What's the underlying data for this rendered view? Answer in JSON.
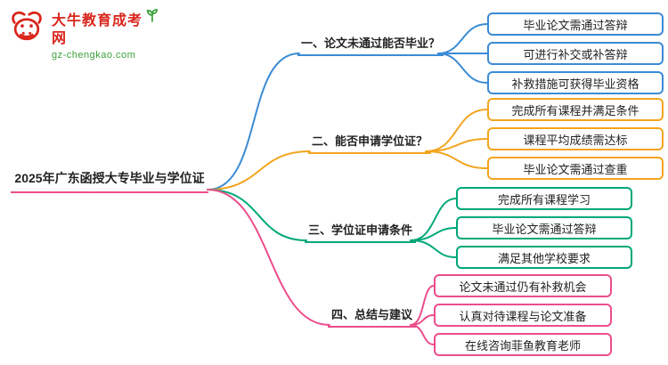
{
  "logo": {
    "title": "大牛教育成考网",
    "subtitle": "gz-chengkao.com",
    "icon": "bull-icon",
    "decoration": "sprout-icon"
  },
  "root": {
    "label": "2025年广东函授大专毕业与学位证"
  },
  "branches": [
    {
      "label": "一、论文未通过能否毕业？",
      "color": "#3b8bd4",
      "children": [
        "毕业论文需通过答辩",
        "可进行补交或补答辩",
        "补救措施可获得毕业资格"
      ]
    },
    {
      "label": "二、能否申请学位证？",
      "color": "#f2a51f",
      "children": [
        "完成所有课程并满足条件",
        "课程平均成绩需达标",
        "毕业论文需通过查重"
      ]
    },
    {
      "label": "三、学位证申请条件",
      "color": "#00a878",
      "children": [
        "完成所有课程学习",
        "毕业论文需通过答辩",
        "满足其他学校要求"
      ]
    },
    {
      "label": "四、总结与建议",
      "color": "#ec4d8b",
      "children": [
        "论文未通过仍有补救机会",
        "认真对待课程与论文准备",
        "在线咨询菲鱼教育老师"
      ]
    }
  ],
  "colors": {
    "branch_blue": "#3b8bd4",
    "branch_orange": "#f2a51f",
    "branch_green": "#00a878",
    "branch_pink": "#ec4d8b",
    "logo_red": "#d9251c",
    "logo_green": "#3aa13a"
  }
}
